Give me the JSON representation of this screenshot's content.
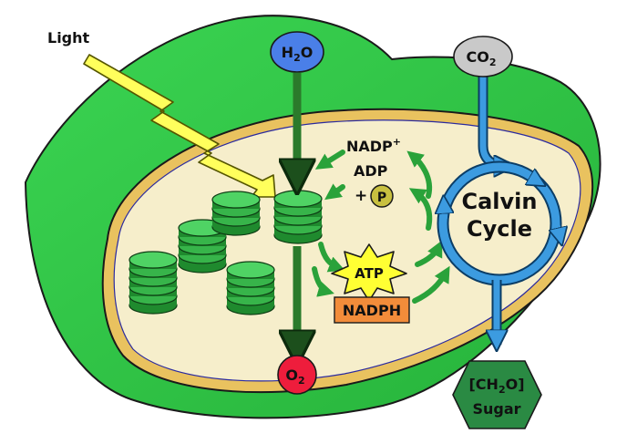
{
  "labels": {
    "light": "Light",
    "water": "H",
    "water_sub": "2",
    "water_tail": "O",
    "co2": "CO",
    "co2_sub": "2",
    "nadp": "NADP",
    "nadp_sup": "+",
    "adp": "ADP",
    "plus": "+",
    "phosphate": "P",
    "atp": "ATP",
    "nadph": "NADPH",
    "oxygen": "O",
    "oxygen_sub": "2",
    "calvin_line1": "Calvin",
    "calvin_line2": "Cycle",
    "sugar_line1_pre": "[CH",
    "sugar_line1_sub": "2",
    "sugar_line1_post": "O]",
    "sugar_line2": "Sugar"
  },
  "colors": {
    "outer_membrane": "#33cc4a",
    "stroma": "#f6eecb",
    "inner_membrane": "#e9c25f",
    "thylakoid": "#45c45a",
    "thylakoid_dark": "#1f8a2e",
    "arrow_green": "#2aa23a",
    "arrow_dark_green": "#2b7a2b",
    "arrow_blue": "#3c9be0",
    "light_bolt": "#ffff5c",
    "water_node": "#4a7fe8",
    "co2_node": "#c9c9c9",
    "oxygen_node": "#ee1d3c",
    "sugar_node": "#2a8a43",
    "phosphate": "#c8c040",
    "atp_star": "#ffff33",
    "nadph_box": "#f28c3a"
  }
}
